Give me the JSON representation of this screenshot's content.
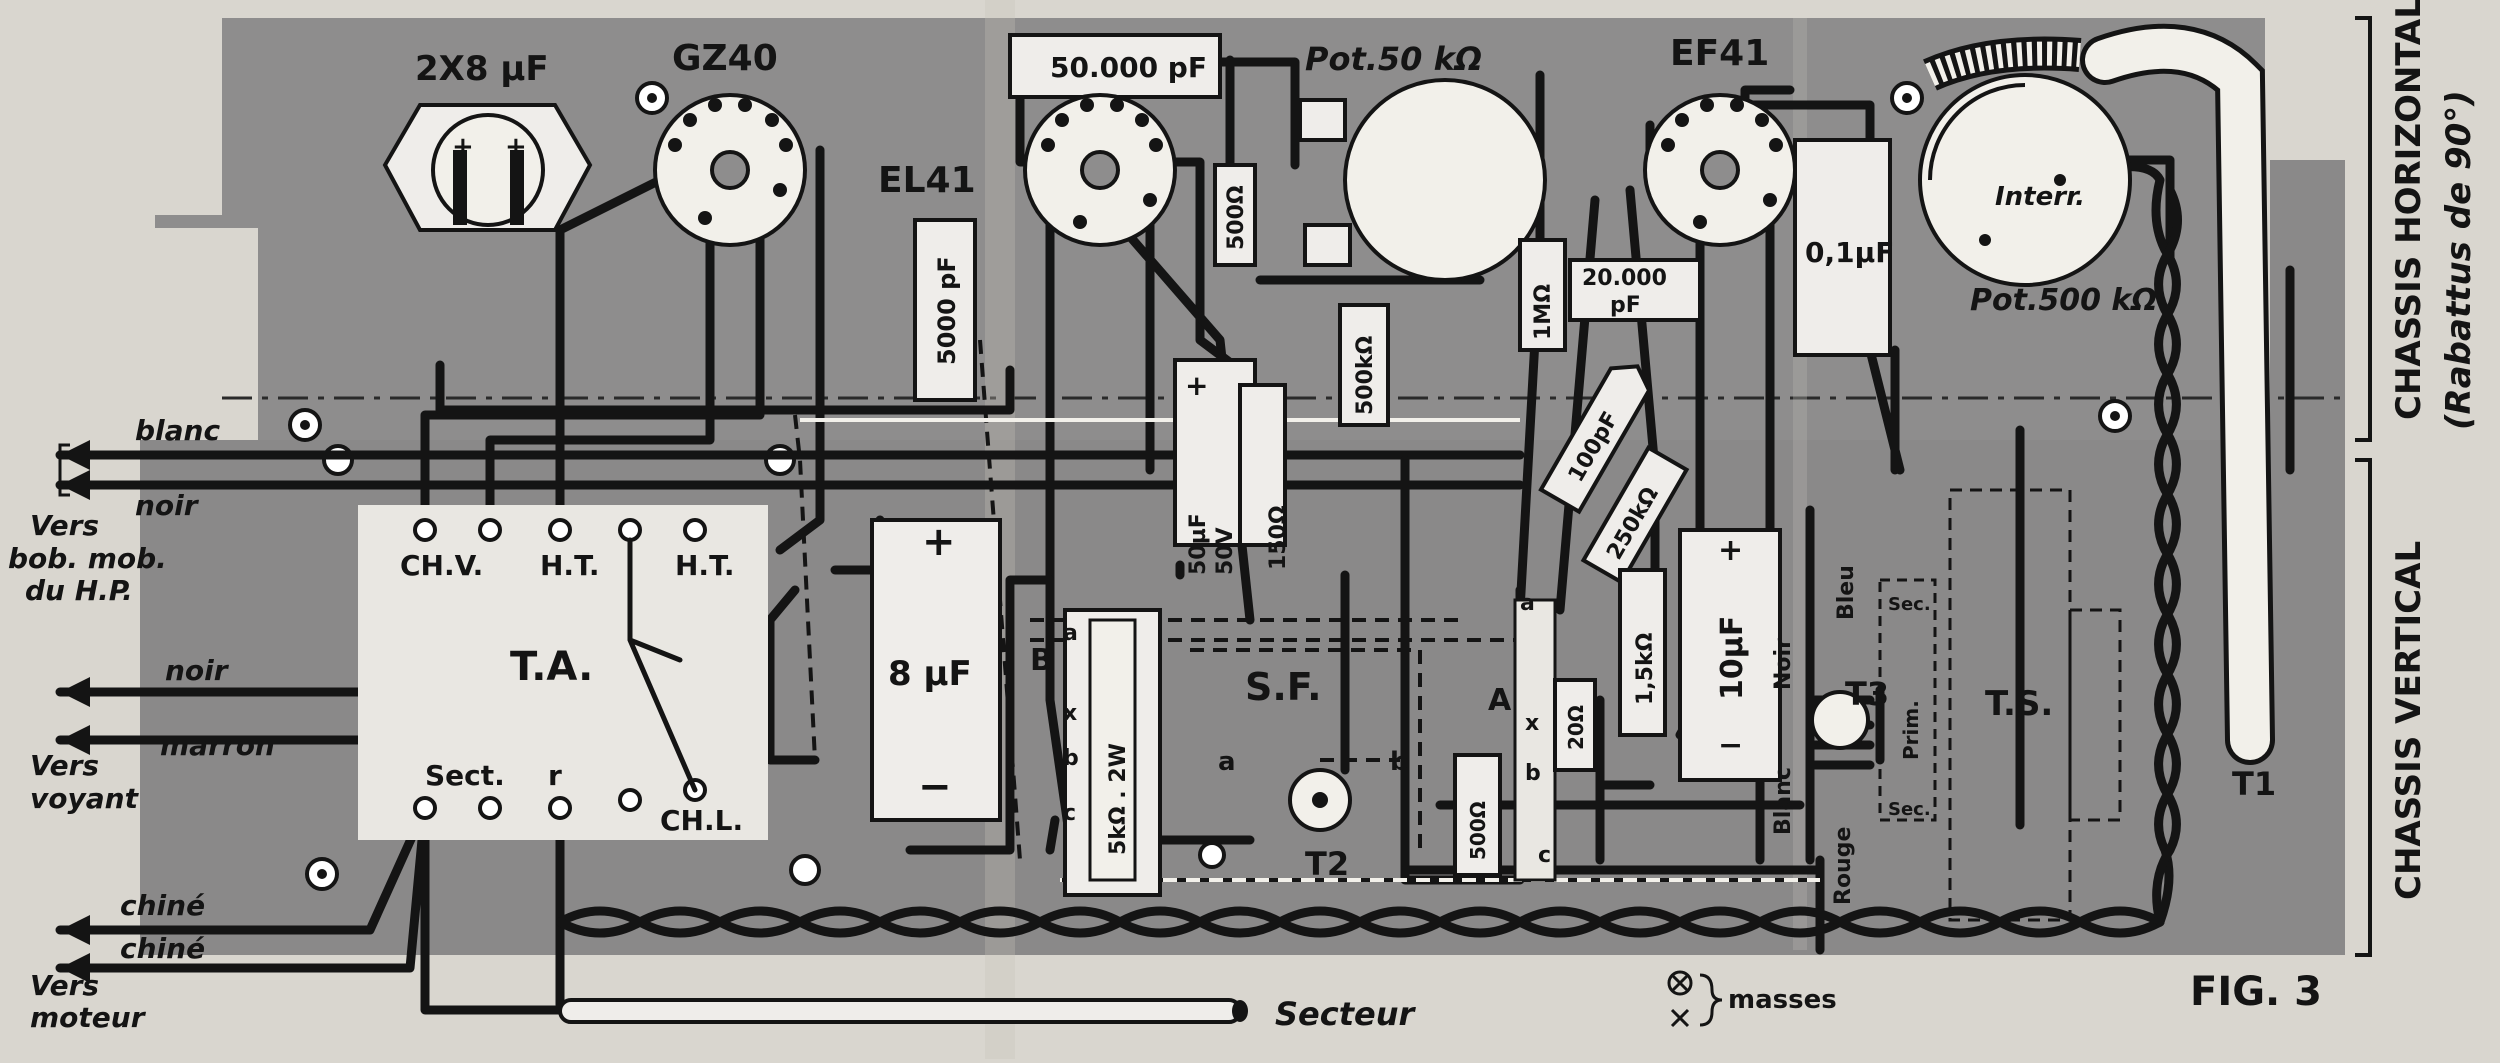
{
  "chassis": {
    "horizontal_label": "CHASSIS HORIZONTAL",
    "horizontal_angle": "(Rabattus de 90°)",
    "vertical_label": "CHASSIS VERTICAL"
  },
  "tubes": {
    "gz40": "GZ40",
    "el41": "EL41",
    "ef41": "EF41"
  },
  "components": {
    "cap_2x8": "2X8 µF",
    "cap_50000": "50.000 pF",
    "pot_50k": "Pot.50 kΩ",
    "cap_5000": "5000  pF",
    "res_500": "500Ω",
    "res_1M": "1MΩ",
    "cap_20000_a": "20.000",
    "cap_20000_b": "pF",
    "res_500k": "500kΩ",
    "cap_01": "0,1µF",
    "interr": "Interr.",
    "pot_500k": "Pot.500 kΩ",
    "cap_100p": "100pF",
    "res_250k": "250kΩ",
    "cap_50u_a": "50µF",
    "cap_50u_b": "50V",
    "res_150": "150Ω",
    "res_1_5k": "1,5kΩ",
    "cap_10u": "10µF",
    "res_20": "20Ω",
    "res_500b": "500Ω",
    "cap_8u": "8 µF",
    "res_5k": "5kΩ . 2W",
    "plus": "+",
    "minus": "−"
  },
  "transformer_ta": {
    "name": "T.A.",
    "chv": "CH.V.",
    "ht1": "H.T.",
    "ht2": "H.T.",
    "chl": "CH.L.",
    "sect": "Sect.",
    "r": "r"
  },
  "boards": {
    "sf": "S.F.",
    "b": "B",
    "a": "A",
    "a_small": "a",
    "b_small": "b",
    "x": "x",
    "c": "c",
    "t2": "T2",
    "t3": "T3",
    "ts": "T.S.",
    "t1": "T1",
    "sec1": "Sec.",
    "prim": "Prim.",
    "sec2": "Sec."
  },
  "wires": {
    "blanc": "blanc",
    "noir1": "noir",
    "vers_hp_1": "Vers",
    "vers_hp_2": "bob. mob.",
    "vers_hp_3": "du H.P.",
    "noir2": "noir",
    "marron": "marron",
    "vers_voyant_1": "Vers",
    "vers_voyant_2": "voyant",
    "chine1": "chiné",
    "chine2": "chiné",
    "vers_moteur_1": "Vers",
    "vers_moteur_2": "moteur",
    "secteur": "Secteur",
    "bleu": "Bleu",
    "noir3": "Noir",
    "blanc2": "Blanc",
    "rouge": "Rouge"
  },
  "legend": {
    "masses": "masses",
    "symbols": "⊗\n×"
  },
  "figure_label": "FIG. 3"
}
